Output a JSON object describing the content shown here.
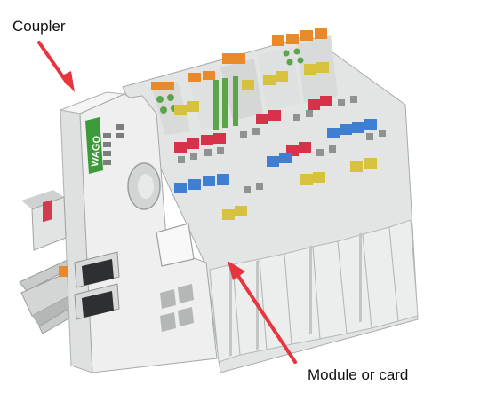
{
  "annotations": {
    "coupler_label": "Coupler",
    "module_label": "Module or card",
    "arrow_color": "#e8343c"
  },
  "device": {
    "brand_logo_text": "WAGO",
    "colors": {
      "housing": "#e9ebea",
      "housing_shadow": "#b9bdbc",
      "rail": "#c9cbca",
      "logo_green": "#3d9a3a",
      "dip_switch": "#d33a4e",
      "terminal_red": "#d8324a",
      "terminal_blue": "#3f7fd2",
      "terminal_yellow": "#d6c23c",
      "terminal_green": "#5aa54a",
      "terminal_orange": "#e88a2a"
    }
  }
}
